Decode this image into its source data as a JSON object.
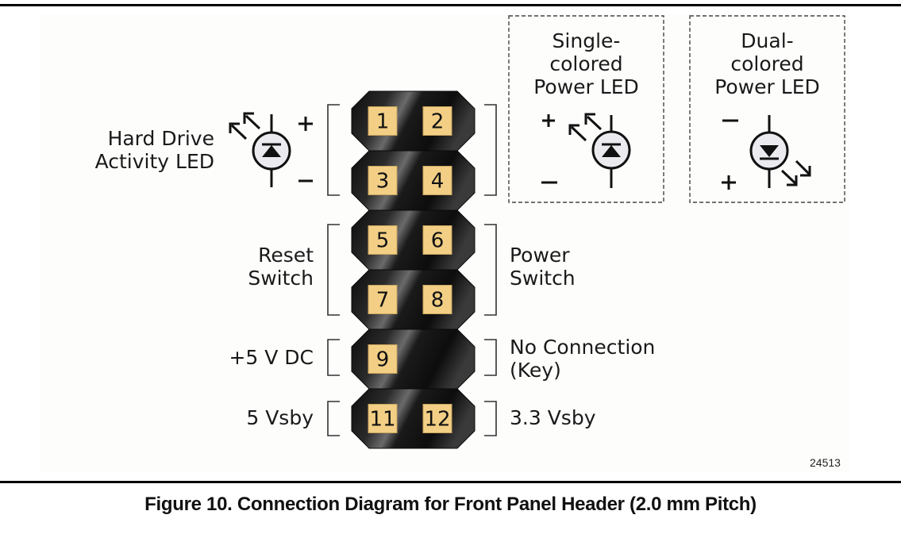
{
  "figure": {
    "caption": "Figure 10.  Connection Diagram for Front Panel Header (2.0 mm Pitch)",
    "figure_id": "24513",
    "pin_color": "#f2cf85",
    "connector_color": "#1c1c1c"
  },
  "pins": [
    {
      "number": "1",
      "row": 0,
      "col": 0
    },
    {
      "number": "2",
      "row": 0,
      "col": 1
    },
    {
      "number": "3",
      "row": 1,
      "col": 0
    },
    {
      "number": "4",
      "row": 1,
      "col": 1
    },
    {
      "number": "5",
      "row": 2,
      "col": 0
    },
    {
      "number": "6",
      "row": 2,
      "col": 1
    },
    {
      "number": "7",
      "row": 3,
      "col": 0
    },
    {
      "number": "8",
      "row": 3,
      "col": 1
    },
    {
      "number": "9",
      "row": 4,
      "col": 0
    },
    {
      "number": "11",
      "row": 5,
      "col": 0
    },
    {
      "number": "12",
      "row": 5,
      "col": 1
    }
  ],
  "labels": {
    "hdd_led": "Hard Drive\nActivity LED",
    "reset_switch": "Reset\nSwitch",
    "plus5v": "+5 V DC",
    "vsby5": "5 Vsby",
    "power_switch": "Power\nSwitch",
    "no_connection": "No Connection\n(Key)",
    "vsby33": "3.3 Vsby",
    "single_led": "Single-\ncolored\nPower LED",
    "dual_led": "Dual-\ncolored\nPower LED",
    "plus": "+",
    "minus": "–"
  }
}
